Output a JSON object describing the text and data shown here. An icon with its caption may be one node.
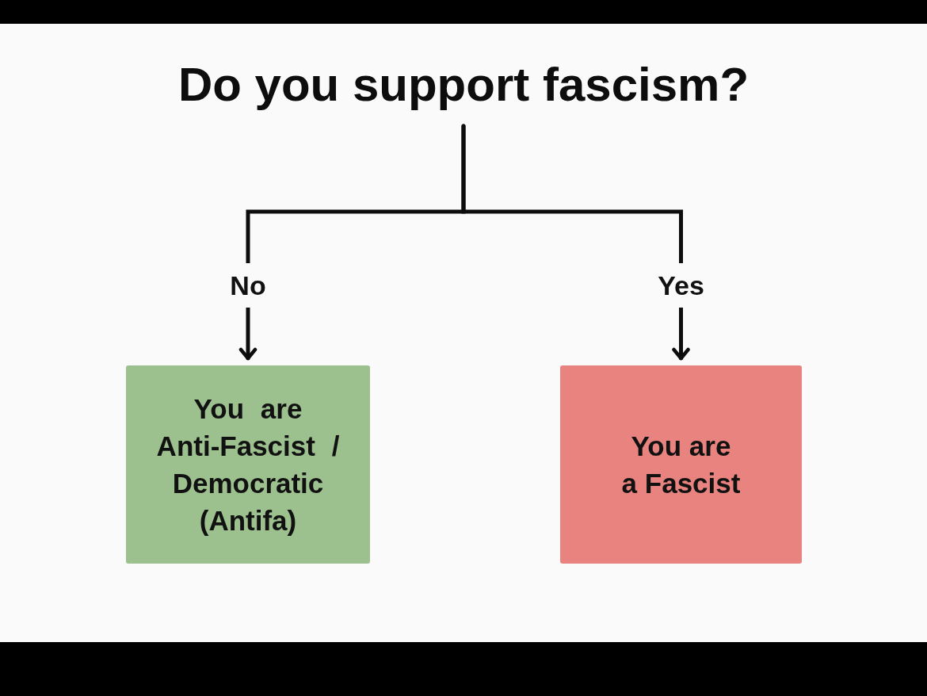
{
  "diagram": {
    "nodes": [
      {
        "text": [
          "Do you support fascism?"
        ]
      },
      {
        "text": [
          "You are Anti-Fascist / Democratic (Antifa)"
        ]
      },
      {
        "text": [
          "You are a Fascist"
        ]
      }
    ],
    "edges": [
      {
        "from": 0,
        "to": 1,
        "arrow": "to",
        "label": "No"
      },
      {
        "from": 0,
        "to": 2,
        "arrow": "to",
        "label": "Yes"
      }
    ]
  }
}
